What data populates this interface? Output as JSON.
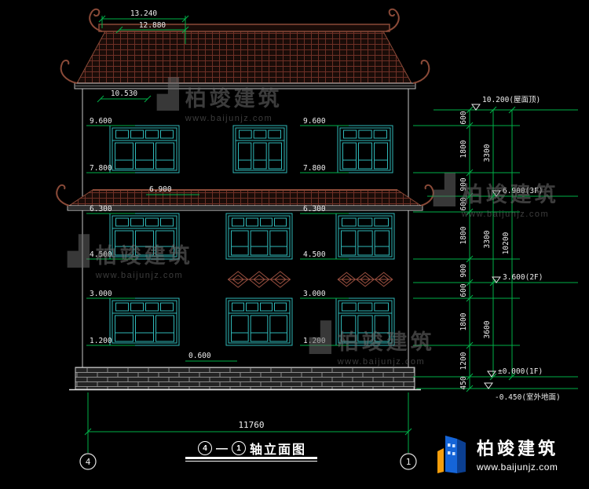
{
  "drawing": {
    "title": {
      "left_bubble": "4",
      "dash": "—",
      "right_bubble": "1",
      "label": "轴立面图"
    },
    "grid_bubbles": {
      "left": "4",
      "right": "1"
    },
    "dims_top": [
      "13.240",
      "12.880",
      "10.530"
    ],
    "levels": [
      "9.600",
      "7.800",
      "6.300",
      "4.500",
      "3.000",
      "1.200"
    ],
    "level_mid_eave": "6.900",
    "level_plinth": "0.600",
    "width_total": "11760",
    "right_chain": [
      "600",
      "1800",
      "900",
      "600",
      "1800",
      "900",
      "600",
      "1800",
      "1200",
      "450"
    ],
    "right_groups": [
      "3300",
      "3300",
      "3600"
    ],
    "right_total": "10200",
    "elevation_marks": [
      "10.200(屋面顶)",
      "6.900(3F)",
      "3.600(2F)",
      "±0.000(1F)",
      "-0.450(室外地面)"
    ]
  },
  "watermark": {
    "name": "柏竣建筑",
    "url": "www.baijunjz.com",
    "icon": "▟"
  },
  "logo": {
    "name": "柏竣建筑",
    "url": "www.baijunjz.com"
  },
  "colors": {
    "background": "#000000",
    "dimension_green": "#00b048",
    "window_cyan": "#2fb8b8",
    "roof_maroon": "#8a4a38",
    "text_white": "#f0f0f0"
  }
}
